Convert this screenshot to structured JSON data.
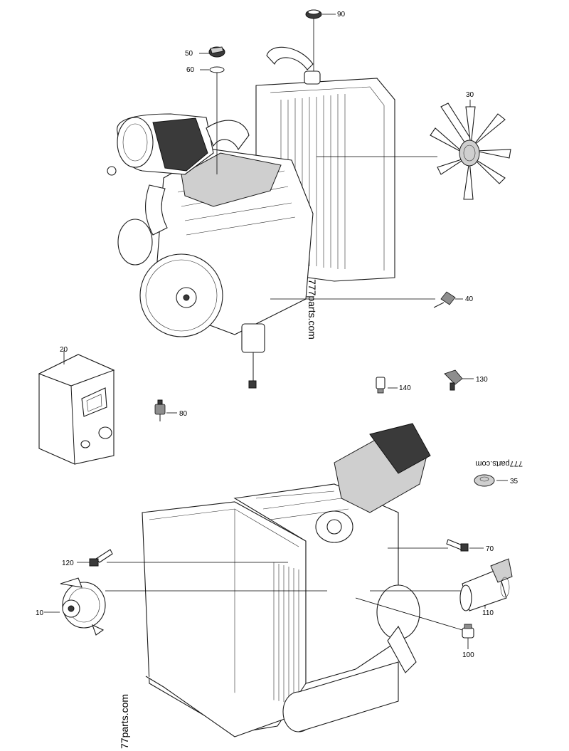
{
  "callouts": {
    "c10": "10",
    "c20": "20",
    "c30": "30",
    "c35": "35",
    "c40": "40",
    "c50": "50",
    "c60": "60",
    "c70": "70",
    "c80": "80",
    "c90": "90",
    "c100": "100",
    "c110": "110",
    "c120": "120",
    "c130": "130",
    "c140": "140"
  },
  "watermarks": {
    "center": "777parts.com",
    "right": "777parts.com",
    "bottom": "77parts.com"
  }
}
